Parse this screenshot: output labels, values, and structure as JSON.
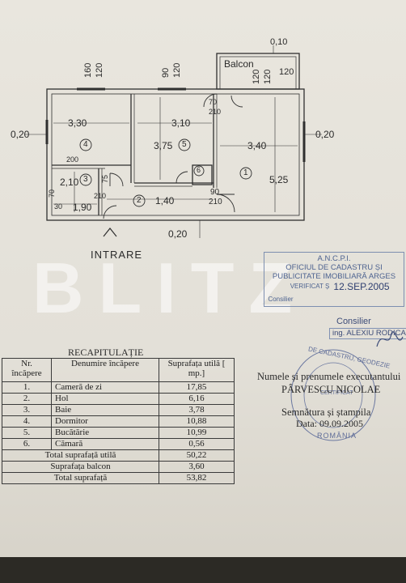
{
  "plan": {
    "dims_top": [
      "160",
      "120",
      "90",
      "120",
      "120",
      "120",
      "120"
    ],
    "dim_010": "0,10",
    "balcon": "Balcon",
    "dim_020_left": "0,20",
    "dim_020_right": "0,20",
    "dim_020_bottom": "0,20",
    "dim_330": "3,30",
    "dim_310": "3,10",
    "dim_340": "3,40",
    "dim_375": "3,75",
    "dim_525": "5,25",
    "dim_200": "200",
    "dim_210_bath": "2,10",
    "dim_190": "1,90",
    "dim_140": "1,40",
    "dim_70": "70",
    "dim_30": "30",
    "door_70_210": [
      "70",
      "210"
    ],
    "door_90_210": [
      "90",
      "210"
    ],
    "door_75_210": [
      "75",
      "210"
    ],
    "room_nums": [
      "1",
      "2",
      "3",
      "4",
      "5",
      "6"
    ],
    "intrare": "INTRARE"
  },
  "stamp": {
    "line1": "A.N.C.P.I.",
    "line2": "OFICIUL DE CADASTRU ȘI",
    "line3": "PUBLICITATE IMOBILIARĂ ARGES",
    "verificat": "VERIFICAT Ș",
    "date": "12.SEP.2005",
    "consilier_small": "Consilier",
    "consilier": "Consilier",
    "name": "ing. ALEXIU RODICA"
  },
  "watermark": "BLITZ",
  "recap": {
    "title": "RECAPITULAȚIE",
    "headers": [
      "Nr. încăpere",
      "Denumire încăpere",
      "Suprafața utilă [ mp.]"
    ],
    "rows": [
      [
        "1.",
        "Cameră de zi",
        "17,85"
      ],
      [
        "2.",
        "Hol",
        "6,16"
      ],
      [
        "3.",
        "Baie",
        "3,78"
      ],
      [
        "4.",
        "Dormitor",
        "10,88"
      ],
      [
        "5.",
        "Bucătărie",
        "10,99"
      ],
      [
        "6.",
        "Cămară",
        "0,56"
      ]
    ],
    "totals": [
      [
        "Total suprafață utilă",
        "50,22"
      ],
      [
        "Suprafața balcon",
        "3,60"
      ],
      [
        "Total suprafață",
        "53,82"
      ]
    ]
  },
  "executant": {
    "heading": "Numele și prenumele executantului",
    "name": "PÂRVESCU NICOLAE",
    "sign": "Semnătura și ștampila",
    "date": "Data: 09.09.2005",
    "seal_top": "DE CADASTRU, GEODEZIE",
    "seal_bottom": "ROMÂNIA",
    "seal_center": "CERTIFICAT"
  }
}
